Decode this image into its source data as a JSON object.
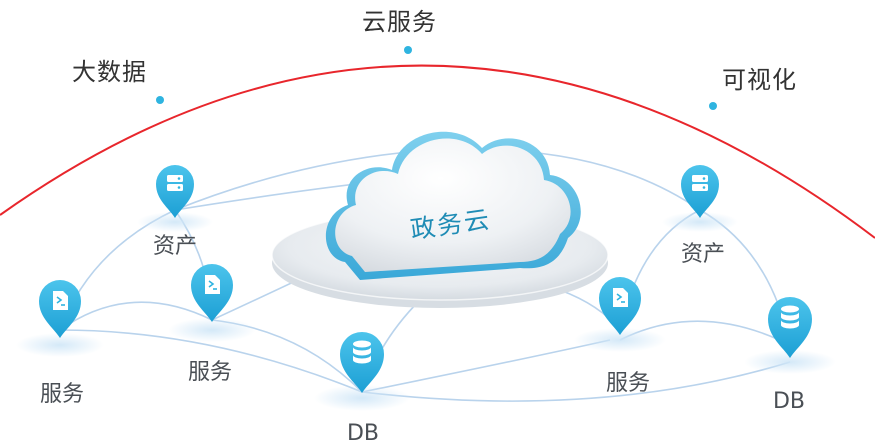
{
  "arc_labels": {
    "cloud_service": "云服务",
    "big_data": "大数据",
    "visualization": "可视化"
  },
  "center": {
    "label": "政务云"
  },
  "nodes": [
    {
      "id": "asset-left",
      "label": "资产",
      "icon": "server-icon"
    },
    {
      "id": "service-left",
      "label": "服务",
      "icon": "document-icon"
    },
    {
      "id": "service-mid",
      "label": "服务",
      "icon": "document-icon"
    },
    {
      "id": "db-mid",
      "label": "DB",
      "icon": "database-icon"
    },
    {
      "id": "asset-right",
      "label": "资产",
      "icon": "server-icon"
    },
    {
      "id": "service-right",
      "label": "服务",
      "icon": "document-icon"
    },
    {
      "id": "db-right",
      "label": "DB",
      "icon": "database-icon"
    }
  ],
  "colors": {
    "arc": "#e8262c",
    "pin": "#2fb4e0",
    "connector": "#b9d3ec",
    "cloud_text": "#1f8cb5"
  }
}
